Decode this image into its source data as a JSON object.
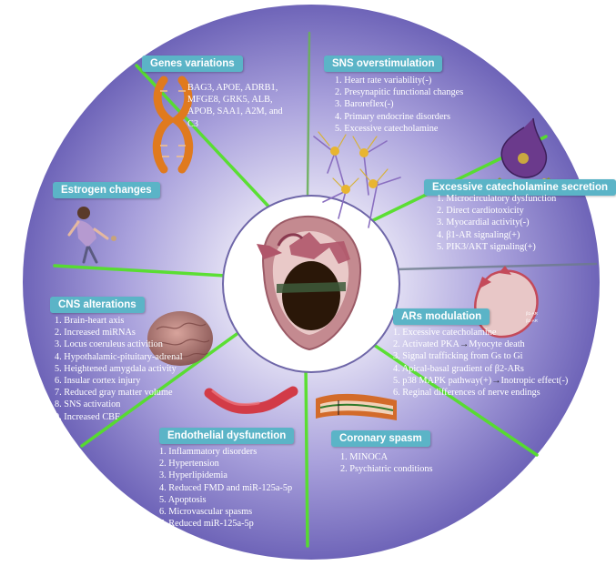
{
  "colors": {
    "disc_center": "#f4f2fb",
    "disc_edge": "#6e64b8",
    "spoke": "#55e02a",
    "title_bg": "#5bb4c7"
  },
  "genes": {
    "title": "Genes variations",
    "text": "BAG3, APOE, ADRB1, MFGE8, GRK5, ALB, APOB, SAA1, A2M, and C3"
  },
  "sns": {
    "title": "SNS overstimulation",
    "items": [
      "1. Heart rate variability(-)",
      "2. Presynapitic functional changes",
      "3. Baroreflex(-)",
      "4. Primary endocrine disorders",
      "5. Excessive catecholamine"
    ]
  },
  "estrogen": {
    "title": "Estrogen changes"
  },
  "catecholamine": {
    "title": "Excessive catecholamine secretion",
    "items": [
      "1. Microcirculatory dysfunction",
      "2. Direct cardiotoxicity",
      "3. Myocardial activity(-)",
      "4. β1-AR signaling(+)",
      "5. PIK3/AKT signaling(+)"
    ]
  },
  "cns": {
    "title": "CNS alterations",
    "items": [
      "1. Brain-heart axis",
      "2. Increased miRNAs",
      "3. Locus coeruleus activition",
      "4. Hypothalamic-pituitary-adrenal",
      "5. Heightened amygdala activity",
      "6. Insular cortex injury",
      "7. Reduced gray matter volume",
      "8. SNS activation",
      "9. Increased CBF"
    ]
  },
  "ars": {
    "title": "ARs modulation",
    "items": [
      {
        "a": "1. Excessive catecholamine"
      },
      {
        "a": "2. Activated PKA",
        "arrow": "→",
        "b": "Myocyte death"
      },
      {
        "a": "3. Signal trafficking from Gs to Gi"
      },
      {
        "a": "4. Apical-basal gradient of β2-ARs"
      },
      {
        "a": "5. p38 MAPK pathway(+)",
        "arrow": "→",
        "b": "Inotropic effect(-)"
      },
      {
        "a": "6. Reginal differences of nerve endings"
      }
    ],
    "receptor_labels": [
      "β1-AR",
      "β2-AR"
    ]
  },
  "endo": {
    "title": "Endothelial dysfunction",
    "items": [
      "1. Inflammatory disorders",
      "2. Hypertension",
      "3. Hyperlipidemia",
      "4. Reduced FMD and miR-125a-5p",
      "5. Apoptosis",
      "6. Microvascular spasms",
      "7. Reduced miR-125a-5p"
    ]
  },
  "spasm": {
    "title": "Coronary spasm",
    "items": [
      "1. MINOCA",
      "2. Psychiatric conditions"
    ]
  }
}
